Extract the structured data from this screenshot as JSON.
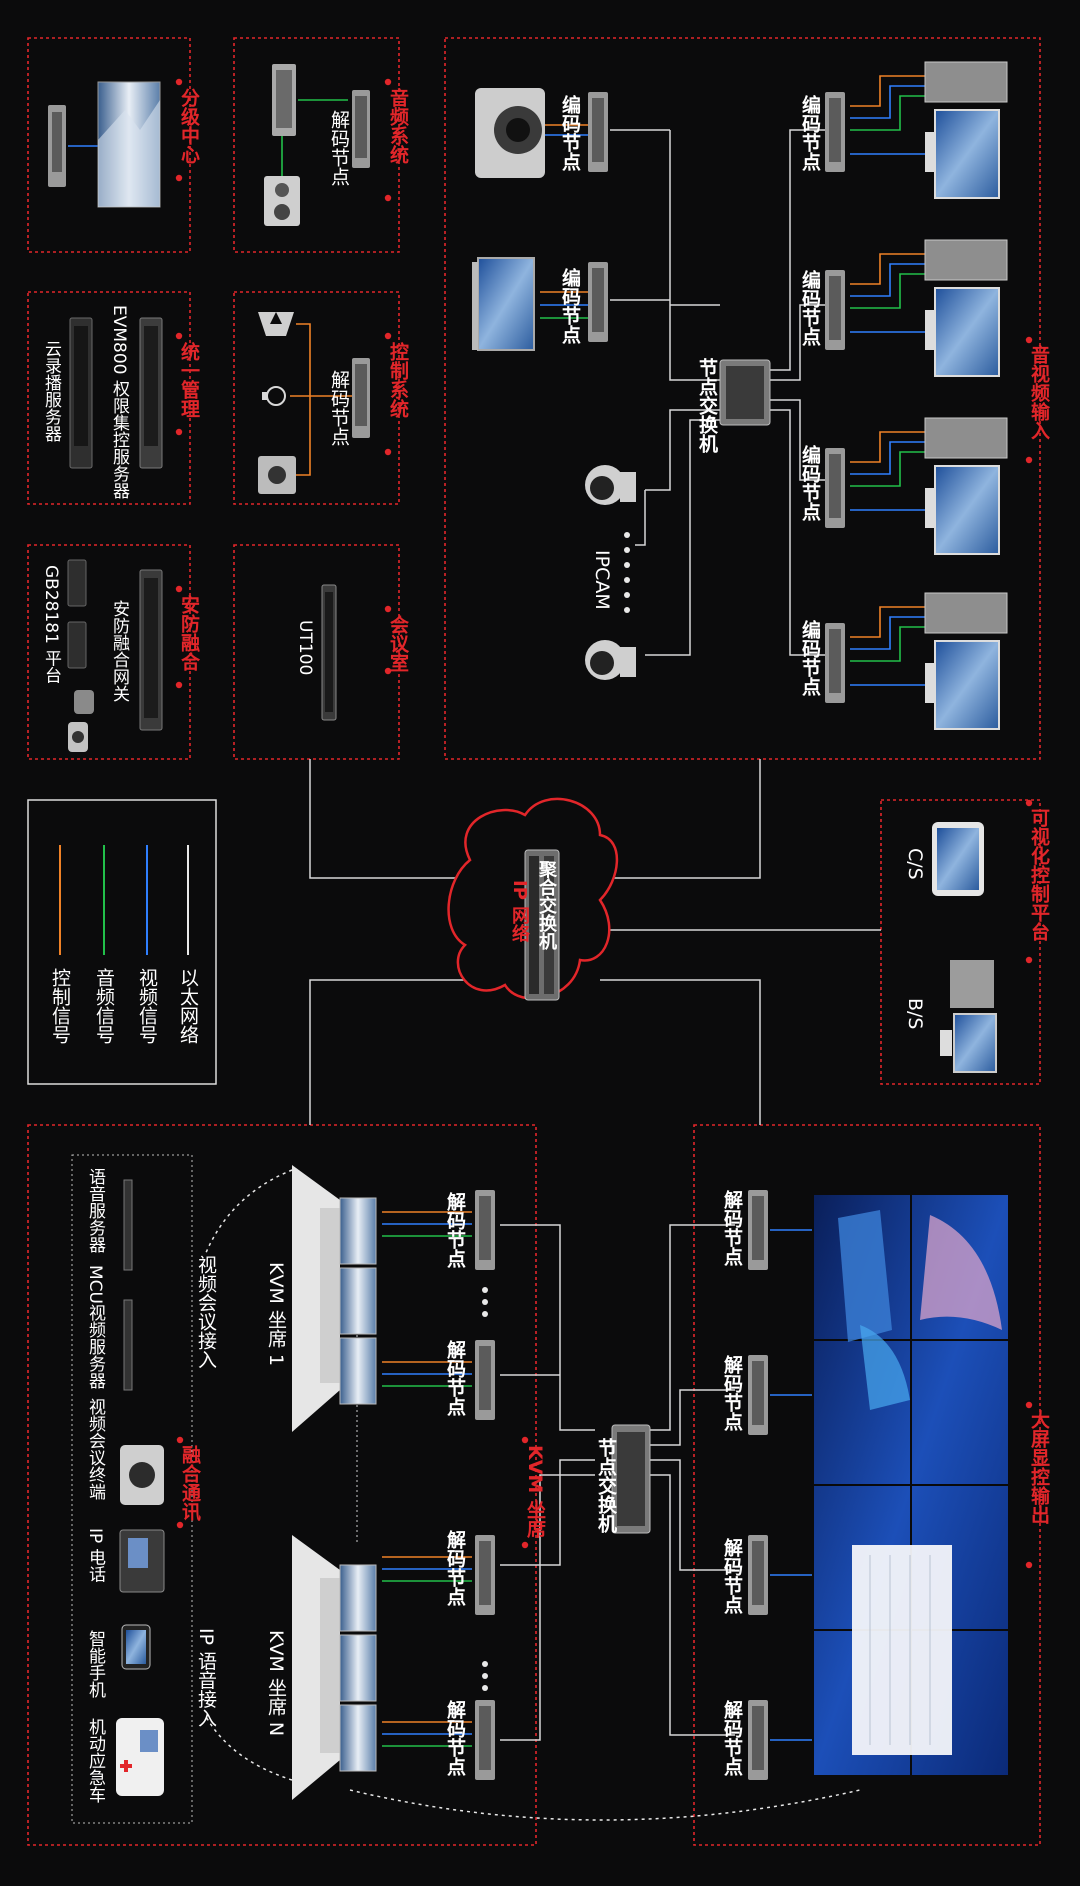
{
  "legend": {
    "items": [
      {
        "label": "以太网络",
        "color": "#e9e9e9"
      },
      {
        "label": "视频信号",
        "color": "#2f7fff"
      },
      {
        "label": "音频信号",
        "color": "#22c04a"
      },
      {
        "label": "控制信号",
        "color": "#f08227"
      }
    ]
  },
  "colors": {
    "accent": "#e2262a",
    "ethernet": "#e9e9e9",
    "video": "#2f7fff",
    "audio": "#22c04a",
    "control": "#f08227"
  },
  "center": {
    "switch": "聚合交换机",
    "network": "IP 网络"
  },
  "panels": {
    "sub_center": {
      "title": "分级中心"
    },
    "audio_system": {
      "title": "音频系统",
      "decoder": "解码节点"
    },
    "unified_mgmt": {
      "title": "统一管理",
      "server1": "EVM800 权限集控服务器",
      "server2": "云录播服务器"
    },
    "control_system": {
      "title": "控制系统",
      "decoder": "解码节点"
    },
    "security": {
      "title": "安防融合",
      "gateway": "安防融合网关",
      "platform": "GB28181 平台"
    },
    "meeting_room": {
      "title": "会议室",
      "device": "UT100"
    },
    "av_input": {
      "title": "音视频输入",
      "switch": "节点交换机",
      "encoders_left": [
        "编码节点",
        "编码节点"
      ],
      "ipcam": "IPCAM",
      "encoders_right": [
        "编码节点",
        "编码节点",
        "编码节点",
        "编码节点"
      ]
    },
    "visual_control": {
      "title": "可视化控制平台",
      "cs": "C/S",
      "bs": "B/S"
    },
    "kvm": {
      "title": "KVM 坐席",
      "seat1": "KVM 坐席 1",
      "seatN": "KVM 坐席 N",
      "switch": "节点交换机",
      "decoders": [
        "解码节点",
        "解码节点",
        "解码节点",
        "解码节点"
      ],
      "video_conf_access": "视频会议接入",
      "ip_voice_access": "IP 语音接入"
    },
    "fusion": {
      "title": "融合通讯",
      "items": [
        "语音服务器",
        "MCU视频服务器",
        "视频会议终端",
        "IP 电话",
        "智能手机",
        "机动应急车"
      ]
    },
    "big_screen": {
      "title": "大屏显控输出",
      "decoders": [
        "解码节点",
        "解码节点",
        "解码节点",
        "解码节点"
      ]
    }
  }
}
